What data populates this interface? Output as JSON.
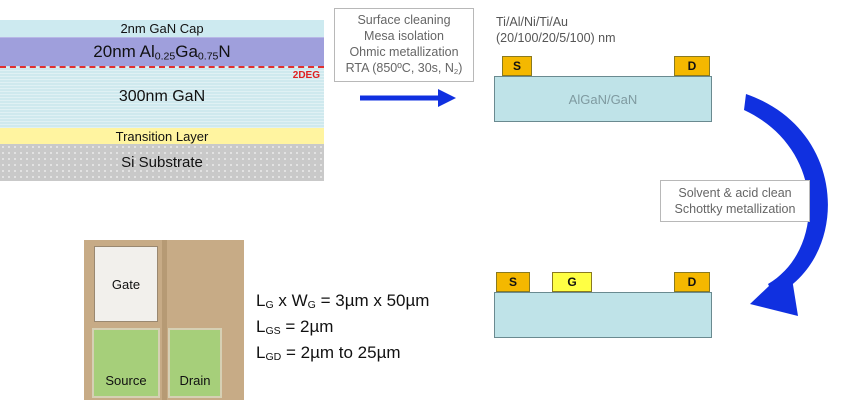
{
  "layers": {
    "cap": "2nm GaN Cap",
    "algan_prefix": "20nm Al",
    "algan_al_frac": "0.25",
    "algan_ga": "Ga",
    "algan_ga_frac": "0.75",
    "algan_suffix": "N",
    "deg": "2DEG",
    "gan": "300nm GaN",
    "transition": "Transition Layer",
    "substrate": "Si Substrate"
  },
  "step1": {
    "line1": "Surface cleaning",
    "line2": "Mesa isolation",
    "line3": "Ohmic metallization",
    "line4_prefix": "RTA (850ºC, 30s, N",
    "line4_sub": "2",
    "line4_suffix": ")"
  },
  "metal": {
    "line1": "Ti/Al/Ni/Ti/Au",
    "line2": "(20/100/20/5/100) nm"
  },
  "device1": {
    "body": "AlGaN/GaN",
    "source": "S",
    "drain": "D"
  },
  "step2": {
    "line1": "Solvent & acid clean",
    "line2": "Schottky metallization"
  },
  "device2": {
    "source": "S",
    "gate": "G",
    "drain": "D"
  },
  "photo": {
    "gate": "Gate",
    "source": "Source",
    "drain": "Drain"
  },
  "dims": {
    "l_g": "L",
    "l_g_sub": "G",
    "x": " x W",
    "w_sub": "G",
    "lg_val": " = 3µm x 50µm",
    "l_gs": "L",
    "l_gs_sub": "GS",
    "lgs_val": " = 2µm",
    "l_gd": "L",
    "l_gd_sub": "GD",
    "lgd_val": " = 2µm to 25µm"
  },
  "colors": {
    "arrow": "#1030e0",
    "pad": "#f4b800",
    "gate_pad": "#ffff44",
    "device": "#bfe3e8"
  }
}
